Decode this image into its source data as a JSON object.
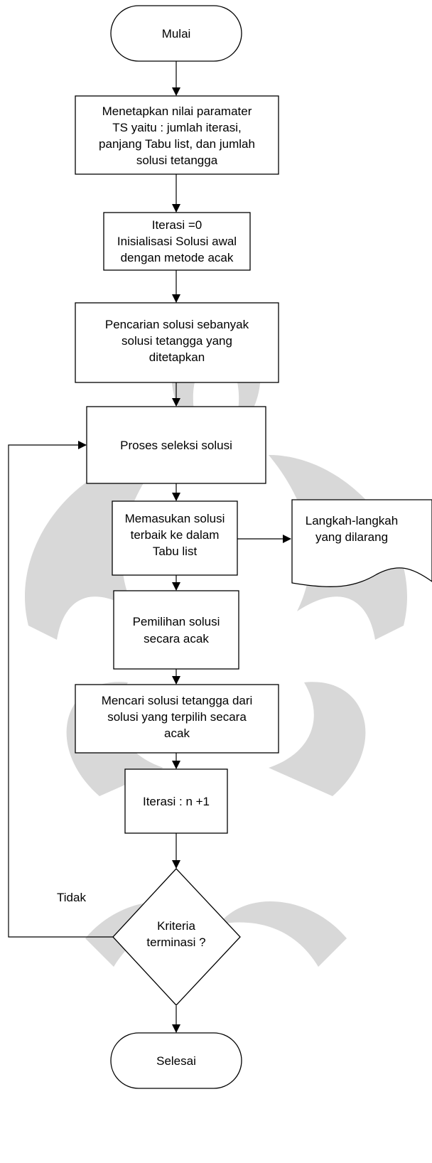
{
  "flowchart": {
    "start": "Mulai",
    "steps": [
      [
        "Menetapkan nilai paramater",
        "TS yaitu : jumlah iterasi,",
        "panjang Tabu list, dan jumlah",
        "solusi tetangga"
      ],
      [
        "Iterasi =0",
        "Inisialisasi Solusi awal",
        "dengan metode acak"
      ],
      [
        "Pencarian solusi sebanyak",
        "solusi tetangga yang",
        "ditetapkan"
      ],
      [
        "Proses seleksi solusi"
      ],
      [
        "Memasukan solusi",
        "terbaik ke dalam",
        "Tabu list"
      ],
      [
        "Pemilihan solusi",
        "secara acak"
      ],
      [
        "Mencari solusi tetangga dari",
        "solusi yang terpilih secara",
        "acak"
      ],
      [
        "Iterasi : n +1"
      ]
    ],
    "document_note": [
      "Langkah-langkah",
      "yang dilarang"
    ],
    "decision": [
      "Kriteria",
      "terminasi ?"
    ],
    "loop_label": "Tidak",
    "end": "Selesai"
  }
}
